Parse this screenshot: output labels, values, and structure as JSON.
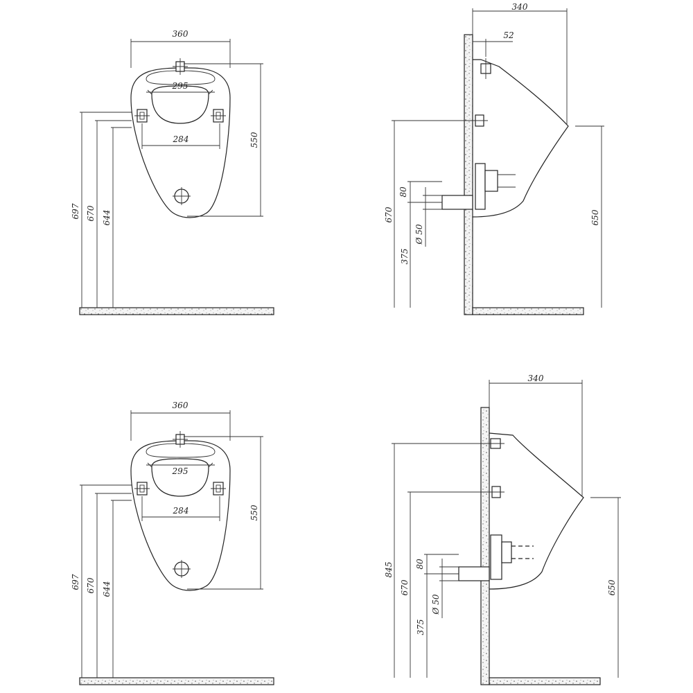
{
  "views": {
    "top_front": {
      "width": "360",
      "inner_width": "295",
      "bracket_spacing": "284",
      "height": "550",
      "h_697": "697",
      "h_670": "670",
      "h_644": "644"
    },
    "top_side": {
      "depth": "340",
      "inlet_offset": "52",
      "outlet_spacing": "80",
      "outlet_diameter": "Ø 50",
      "h_670": "670",
      "h_375": "375",
      "h_650": "650"
    },
    "bottom_front": {
      "width": "360",
      "inner_width": "295",
      "bracket_spacing": "284",
      "height": "550",
      "h_697": "697",
      "h_670": "670",
      "h_644": "644"
    },
    "bottom_side": {
      "depth": "340",
      "outlet_spacing": "80",
      "outlet_diameter": "Ø 50",
      "h_845": "845",
      "h_670": "670",
      "h_375": "375",
      "h_650": "650"
    }
  }
}
